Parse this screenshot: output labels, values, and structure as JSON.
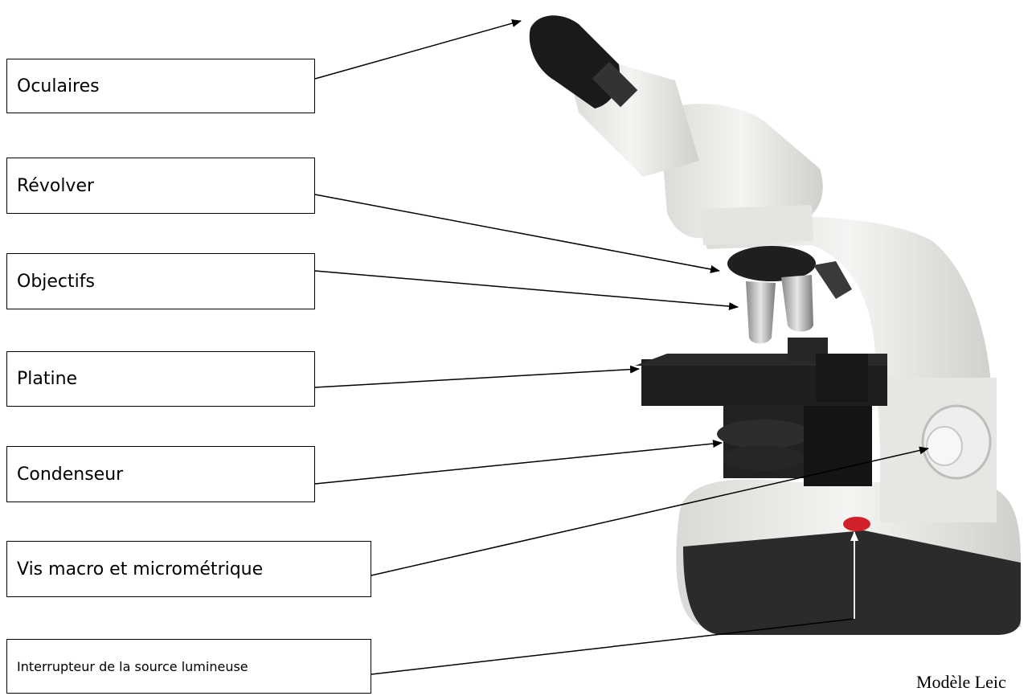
{
  "labels": {
    "oculaires": "Oculaires",
    "revolver": "Révolver",
    "objectifs": "Objectifs",
    "platine": "Platine",
    "condenseur": "Condenseur",
    "vis": "Vis macro et micrométrique",
    "interrupteur": "Interrupteur de la source lumineuse"
  },
  "caption": "Modèle Leic",
  "colors": {
    "body_white": "#f1f1ef",
    "body_shadow": "#cfcfcc",
    "black_parts": "#1e1e1e",
    "base_dark": "#2b2b2b",
    "light_button": "#d2202a",
    "chrome": "#bcbcbc"
  }
}
